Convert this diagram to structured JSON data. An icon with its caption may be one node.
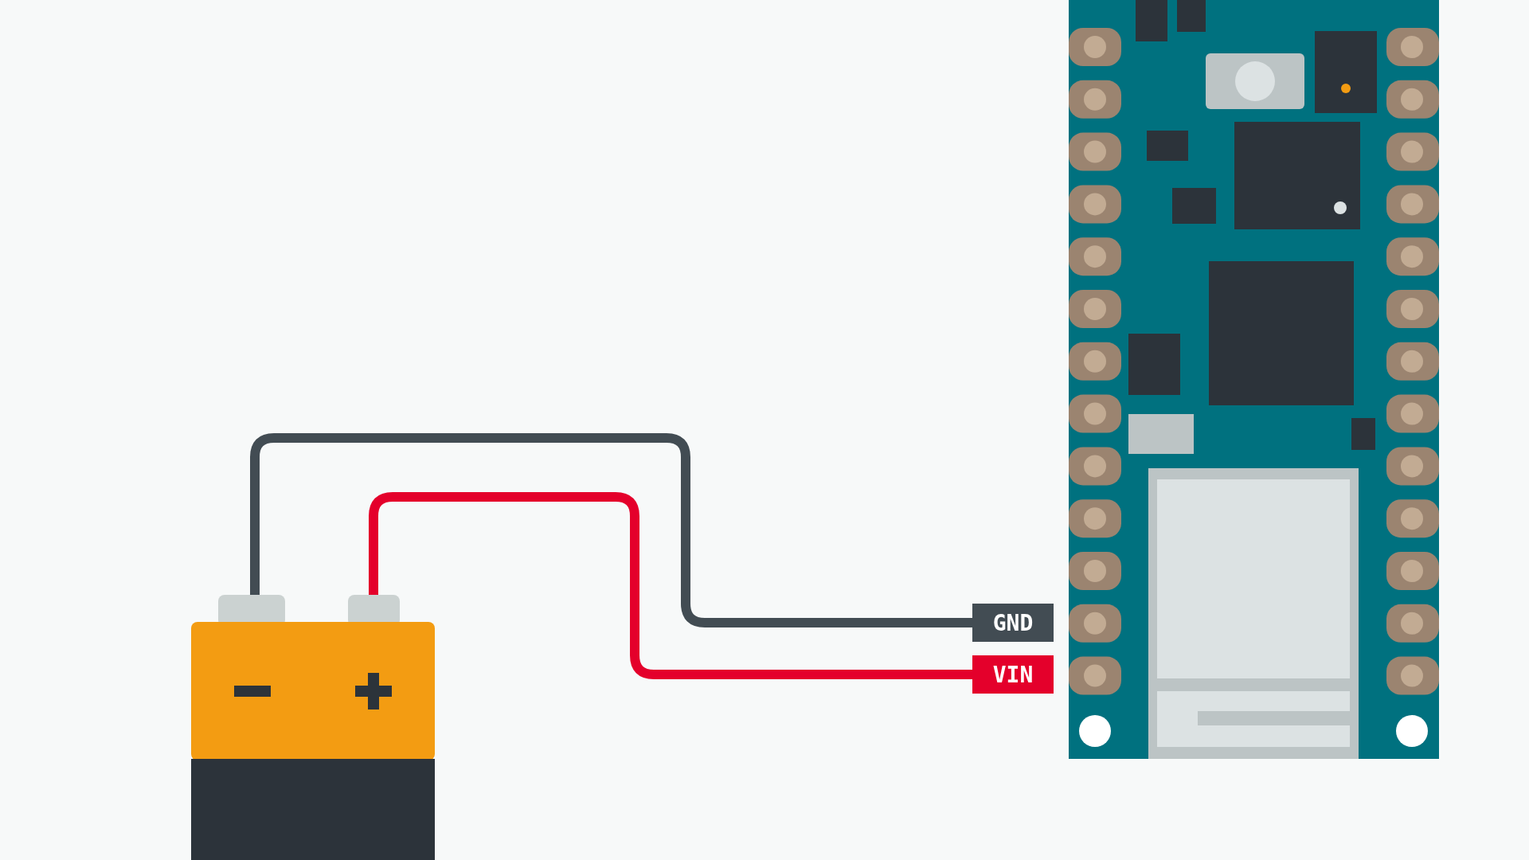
{
  "diagram": {
    "nodes": [
      {
        "text": [],
        "shape": "picture"
      },
      {
        "text": [
          "GND"
        ]
      },
      {
        "text": [
          "VIN"
        ]
      },
      {
        "text": [],
        "shape": "picture"
      }
    ],
    "edges": [
      {
        "from": 0,
        "to": 1,
        "arrow": "none",
        "color": "#424c53"
      },
      {
        "from": 0,
        "to": 2,
        "arrow": "none",
        "color": "#e4002b"
      }
    ]
  }
}
